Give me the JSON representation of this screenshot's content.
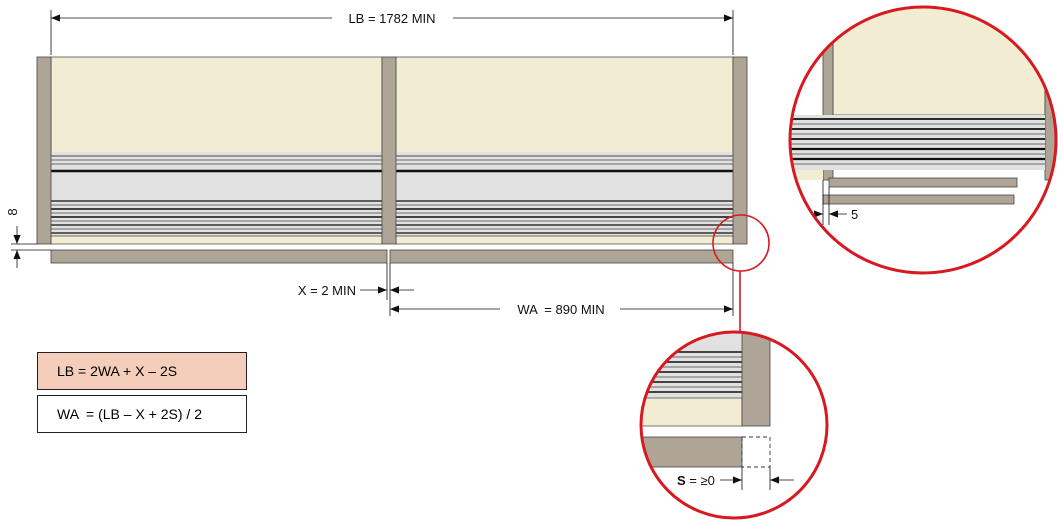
{
  "dimensions": {
    "lb_label": "LB = 1782 MIN",
    "x_label": "X = 2 MIN",
    "wa_label": "WA  = 890 MIN",
    "height_label": "8",
    "s_var": "S",
    "s_rest": " = ≥0",
    "detail_gap_label": "5"
  },
  "formulas": {
    "lb": "LB = 2WA + X – 2S",
    "wa": "WA  = (LB – X + 2S) / 2"
  },
  "colors": {
    "panel": "#f2ecd3",
    "post": "#aea596",
    "rail": "#e1e1e1",
    "circle": "#d71920",
    "formula_highlight": "#f5cdbb"
  }
}
